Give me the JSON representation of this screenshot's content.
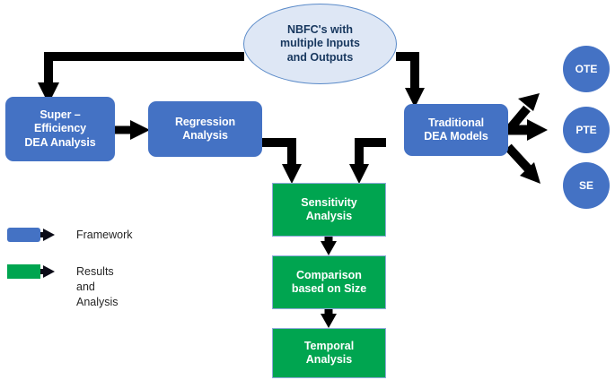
{
  "diagram": {
    "title": "NBFC DEA Analysis Framework Flowchart",
    "colors": {
      "framework_blue": "#4472C4",
      "results_green": "#00A550",
      "ellipse_fill": "#DEE7F5",
      "ellipse_border": "#5B8BC9",
      "ellipse_text": "#17375E",
      "arrow_black": "#000000",
      "legend_text": "#262626"
    },
    "nodes": {
      "source": {
        "label": "NBFC's with\nmultiple Inputs\nand Outputs",
        "shape": "ellipse",
        "group": "source"
      },
      "super_efficiency": {
        "label": "Super –\nEfficiency\nDEA Analysis",
        "shape": "rounded-rect",
        "group": "framework"
      },
      "regression": {
        "label": "Regression\nAnalysis",
        "shape": "rounded-rect",
        "group": "framework"
      },
      "traditional": {
        "label": "Traditional\nDEA Models",
        "shape": "rounded-rect",
        "group": "framework"
      },
      "sensitivity": {
        "label": "Sensitivity\nAnalysis",
        "shape": "rect",
        "group": "results"
      },
      "comparison": {
        "label": "Comparison\nbased on Size",
        "shape": "rect",
        "group": "results"
      },
      "temporal": {
        "label": "Temporal\nAnalysis",
        "shape": "rect",
        "group": "results"
      },
      "ote": {
        "label": "OTE",
        "shape": "circle",
        "group": "output"
      },
      "pte": {
        "label": "PTE",
        "shape": "circle",
        "group": "output"
      },
      "se": {
        "label": "SE",
        "shape": "circle",
        "group": "output"
      }
    },
    "legend": {
      "items": [
        {
          "swatch_color": "#4472C4",
          "label": "Framework"
        },
        {
          "swatch_color": "#00A550",
          "label": "Results and\nAnalysis"
        }
      ]
    },
    "edges": [
      {
        "from": "source",
        "to": "super_efficiency",
        "style": "elbow-left-down"
      },
      {
        "from": "source",
        "to": "traditional",
        "style": "elbow-right-down"
      },
      {
        "from": "super_efficiency",
        "to": "regression",
        "style": "straight-right"
      },
      {
        "from": "regression",
        "to": "sensitivity",
        "style": "elbow-right-down"
      },
      {
        "from": "traditional",
        "to": "sensitivity",
        "style": "elbow-left-down"
      },
      {
        "from": "sensitivity",
        "to": "comparison",
        "style": "straight-down"
      },
      {
        "from": "comparison",
        "to": "temporal",
        "style": "straight-down"
      },
      {
        "from": "traditional",
        "to": "ote",
        "style": "diagonal-up-right"
      },
      {
        "from": "traditional",
        "to": "pte",
        "style": "straight-right"
      },
      {
        "from": "traditional",
        "to": "se",
        "style": "diagonal-down-right"
      }
    ]
  }
}
